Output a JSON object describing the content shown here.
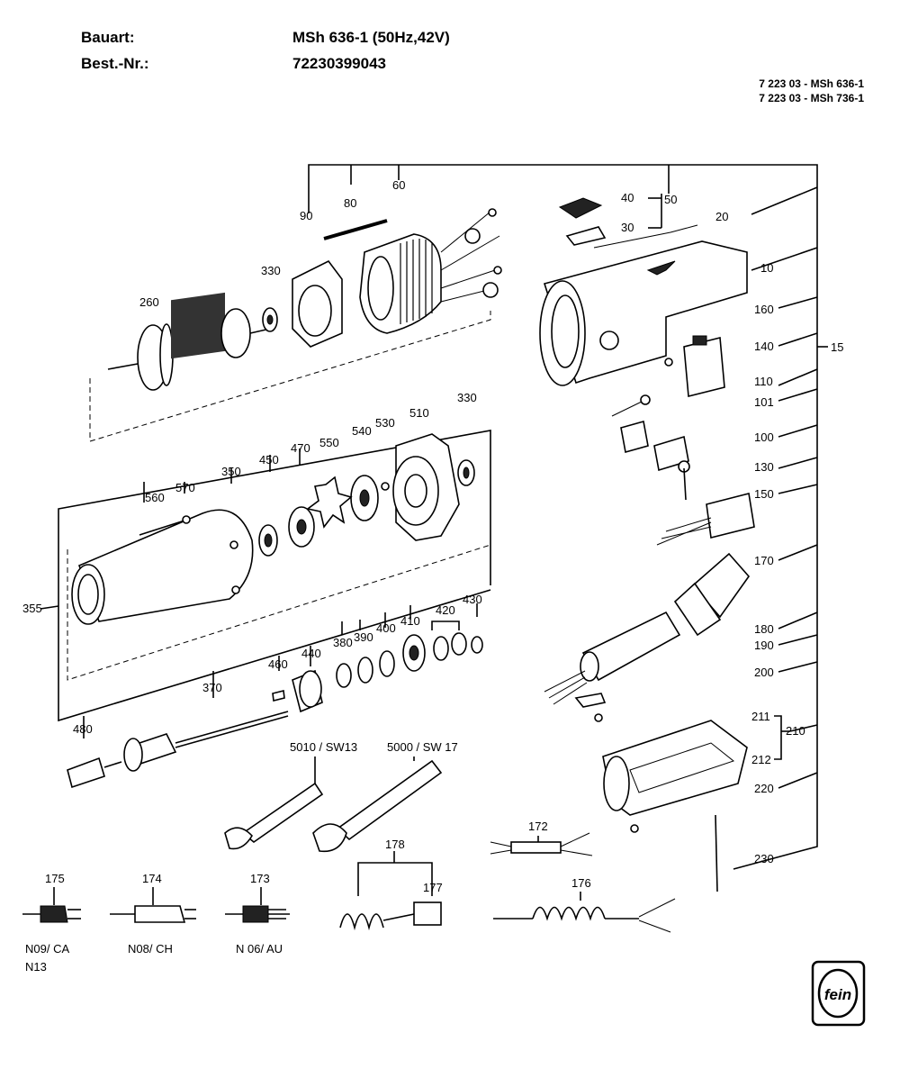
{
  "header": {
    "bauart_label": "Bauart:",
    "bauart_value": "MSh 636-1 (50Hz,42V)",
    "bestnr_label": "Best.-Nr.:",
    "bestnr_value": "72230399043"
  },
  "model_refs": [
    "7 223 03 - MSh 636-1",
    "7 223 03 - MSh 736-1"
  ],
  "part_labels": {
    "p10": "10",
    "p15": "15",
    "p20": "20",
    "p30": "30",
    "p40": "40",
    "p50": "50",
    "p60": "60",
    "p80": "80",
    "p90": "90",
    "p100": "100",
    "p101": "101",
    "p110": "110",
    "p130": "130",
    "p140": "140",
    "p150": "150",
    "p160": "160",
    "p170": "170",
    "p172": "172",
    "p173": "173",
    "p174": "174",
    "p175": "175",
    "p176": "176",
    "p177": "177",
    "p178": "178",
    "p180": "180",
    "p190": "190",
    "p200": "200",
    "p210": "210",
    "p211": "211",
    "p212": "212",
    "p220": "220",
    "p230": "230",
    "p260": "260",
    "p330a": "330",
    "p330b": "330",
    "p350": "350",
    "p355": "355",
    "p370": "370",
    "p380": "380",
    "p390": "390",
    "p400": "400",
    "p410": "410",
    "p420": "420",
    "p430": "430",
    "p440": "440",
    "p450": "450",
    "p460": "460",
    "p470": "470",
    "p480": "480",
    "p510": "510",
    "p530": "530",
    "p540": "540",
    "p550": "550",
    "p560": "560",
    "p570": "570",
    "p5000": "5000 / SW 17",
    "p5010": "5010 / SW13"
  },
  "plug_codes": {
    "n09": "N09/ CA",
    "n13": "N13",
    "n08": "N08/ CH",
    "n06": "N 06/ AU"
  },
  "logo_text": "fein"
}
